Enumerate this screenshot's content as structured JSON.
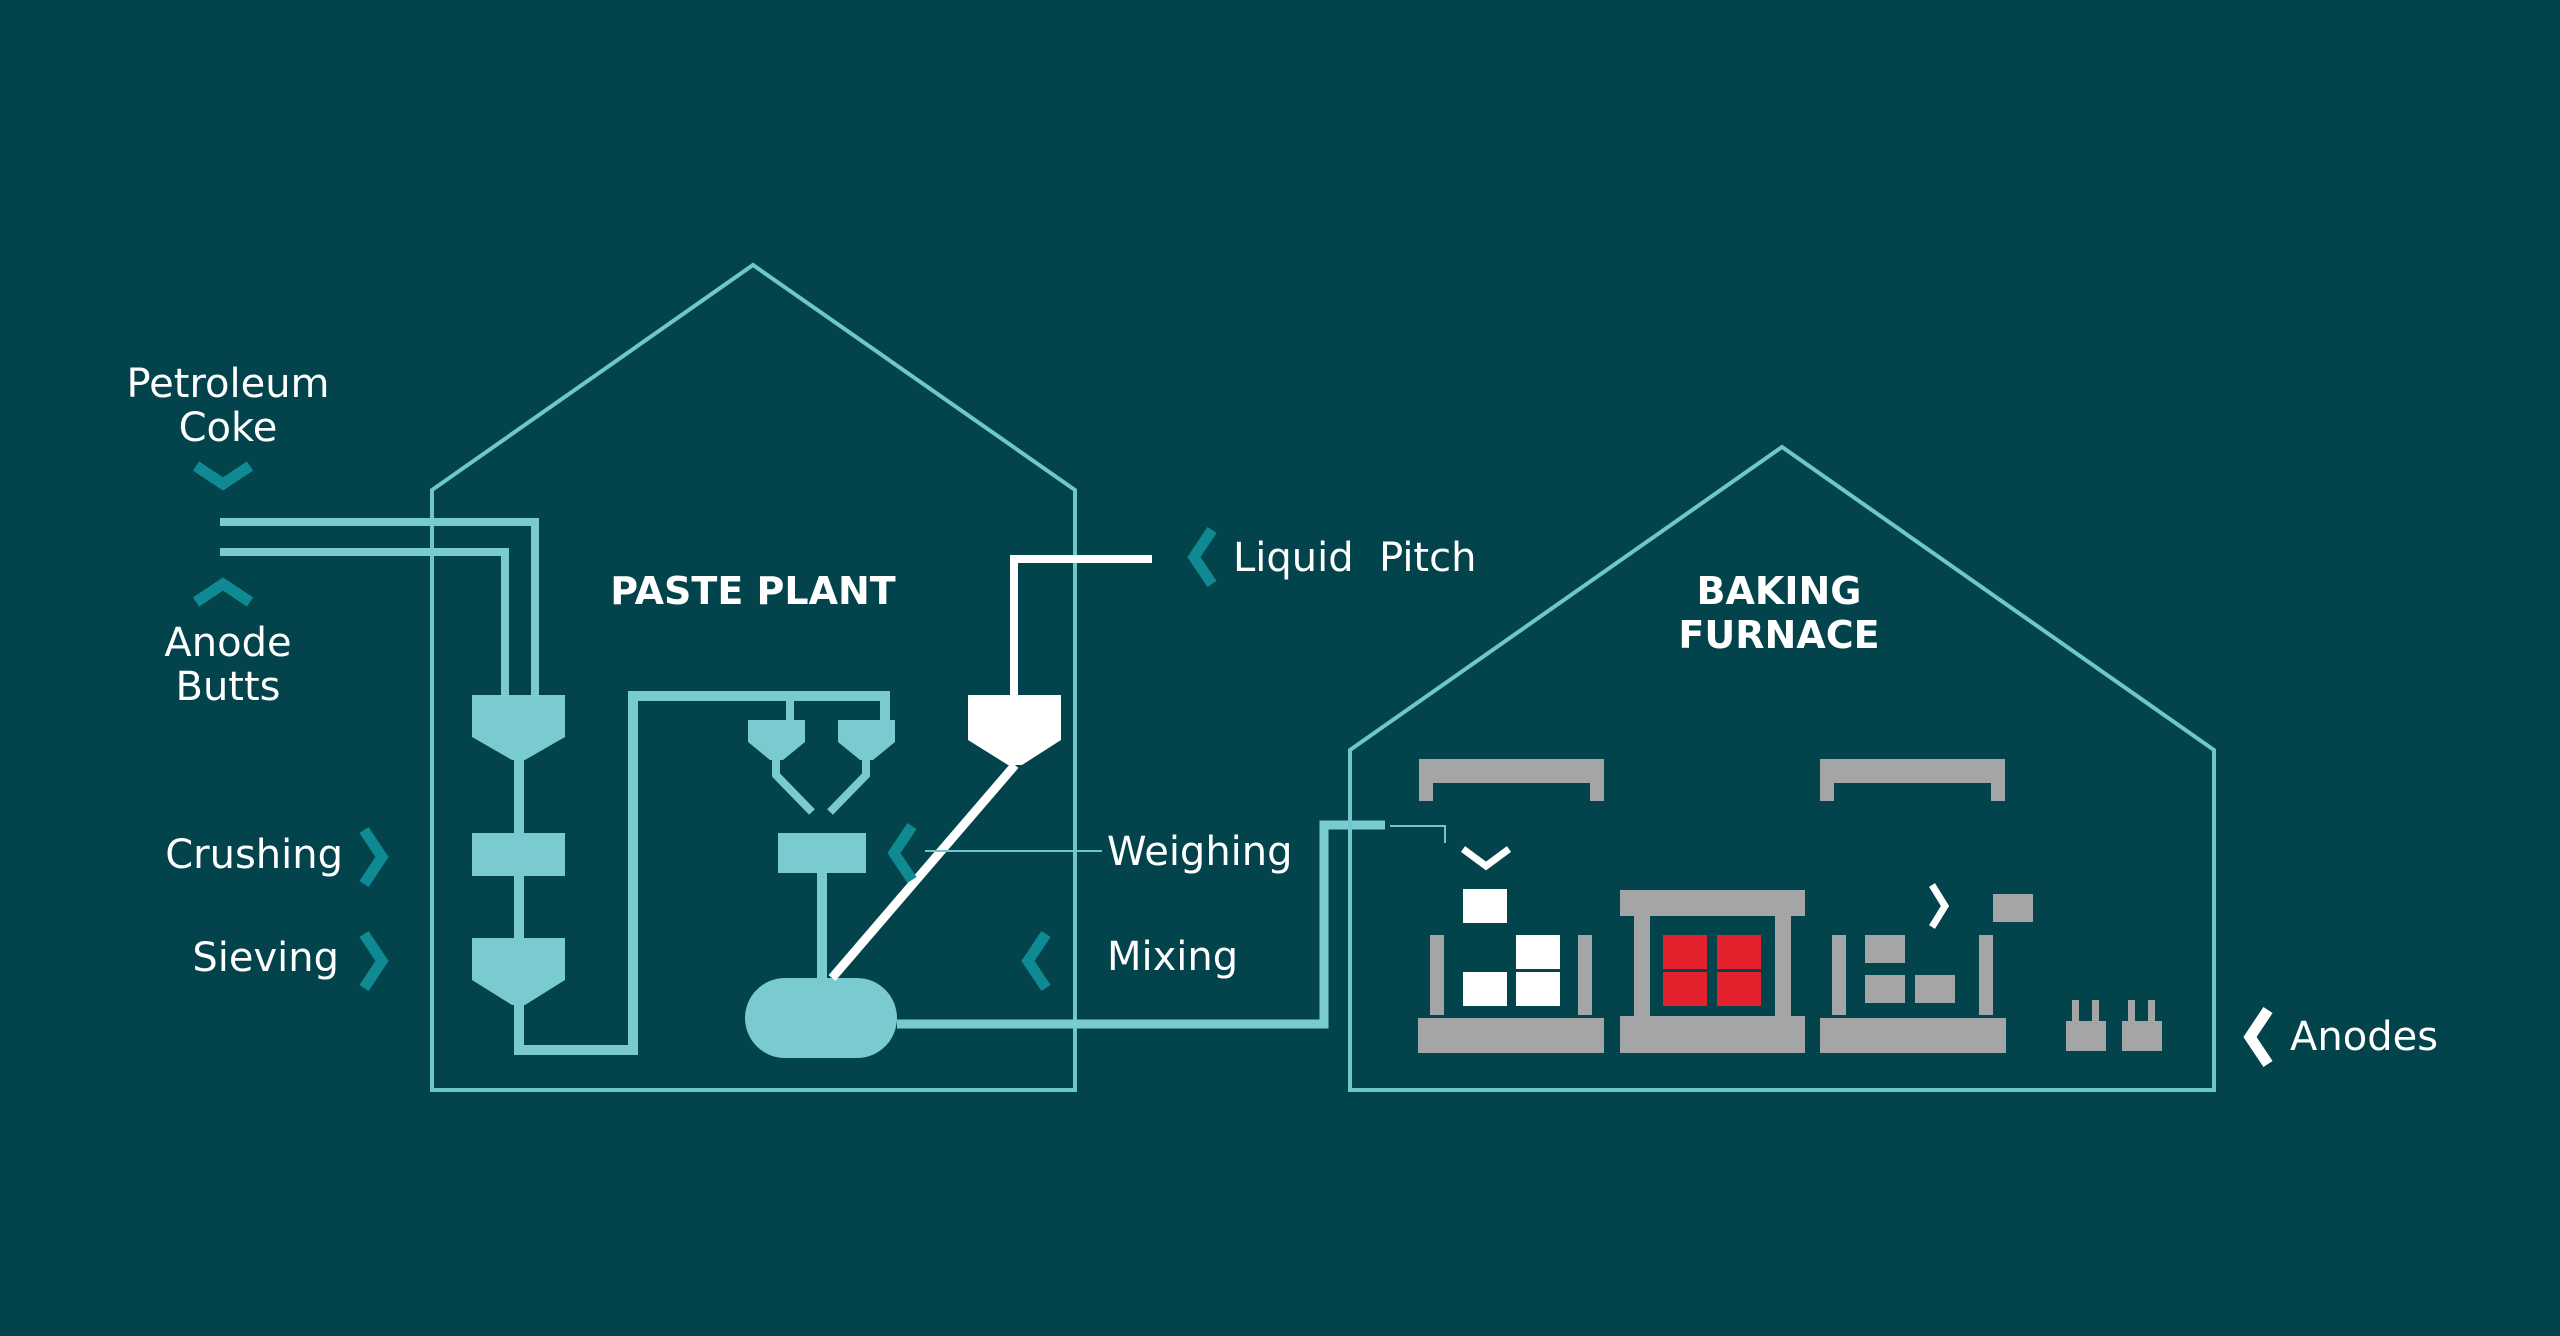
{
  "labels": {
    "petroleum_coke_line1": "Petroleum",
    "petroleum_coke_line2": "Coke",
    "anode_butts_line1": "Anode",
    "anode_butts_line2": "Butts",
    "crushing": "Crushing",
    "sieving": "Sieving",
    "paste_plant": "PASTE PLANT",
    "liquid_pitch": "Liquid  Pitch",
    "weighing": "Weighing",
    "mixing": "Mixing",
    "baking_furnace_line1": "BAKING",
    "baking_furnace_line2": "FURNACE",
    "anodes": "Anodes"
  },
  "colors": {
    "background": "#03434b",
    "outline": "#6fc7cc",
    "equipment": "#79cbd0",
    "chevron_teal": "#0f8a92",
    "white": "#ffffff",
    "grey": "#a3a5a7",
    "hot_anode": "#e3222d"
  },
  "icons": {
    "input_chevron": "chevron-down-icon",
    "output_chevron": "chevron-up-icon",
    "step_chevron": "chevron-right-icon",
    "pointer_chevron": "chevron-left-icon"
  }
}
